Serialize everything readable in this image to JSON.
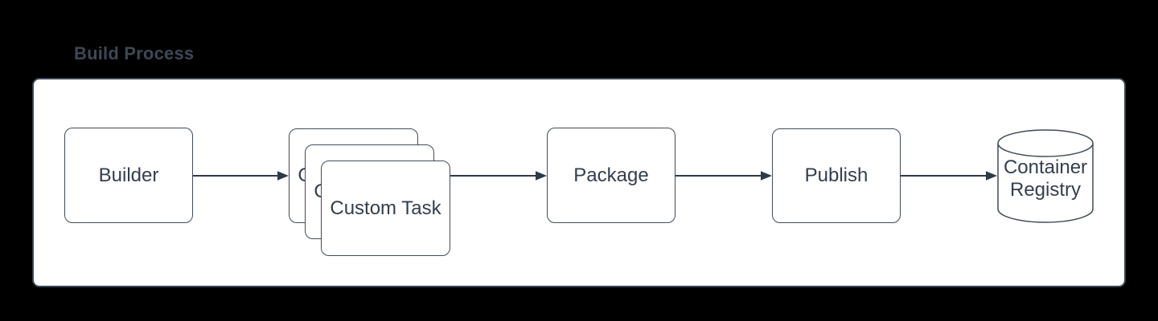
{
  "canvas": {
    "background_color": "#000000",
    "title": "Build Process",
    "title_color": "#3d4855"
  },
  "panel": {
    "fill_color": "#ffffff",
    "border_color": "#3b4656"
  },
  "diagram": {
    "stroke_color": "#414c5b",
    "text_color": "#333e4f",
    "nodes": [
      {
        "id": "builder",
        "label": "Builder",
        "shape": "rounded-rectangle"
      },
      {
        "id": "custom-task",
        "label": "Custom Task",
        "shape": "stacked-rounded-rectangles",
        "stack_count": 3
      },
      {
        "id": "package",
        "label": "Package",
        "shape": "rounded-rectangle"
      },
      {
        "id": "publish",
        "label": "Publish",
        "shape": "rounded-rectangle"
      },
      {
        "id": "container-registry",
        "label": "Container Registry",
        "shape": "cylinder"
      }
    ],
    "connections": [
      {
        "from": "Builder",
        "to": "Custom Task"
      },
      {
        "from": "Custom Task",
        "to": "Package"
      },
      {
        "from": "Package",
        "to": "Publish"
      },
      {
        "from": "Publish",
        "to": "Container Registry"
      }
    ]
  }
}
